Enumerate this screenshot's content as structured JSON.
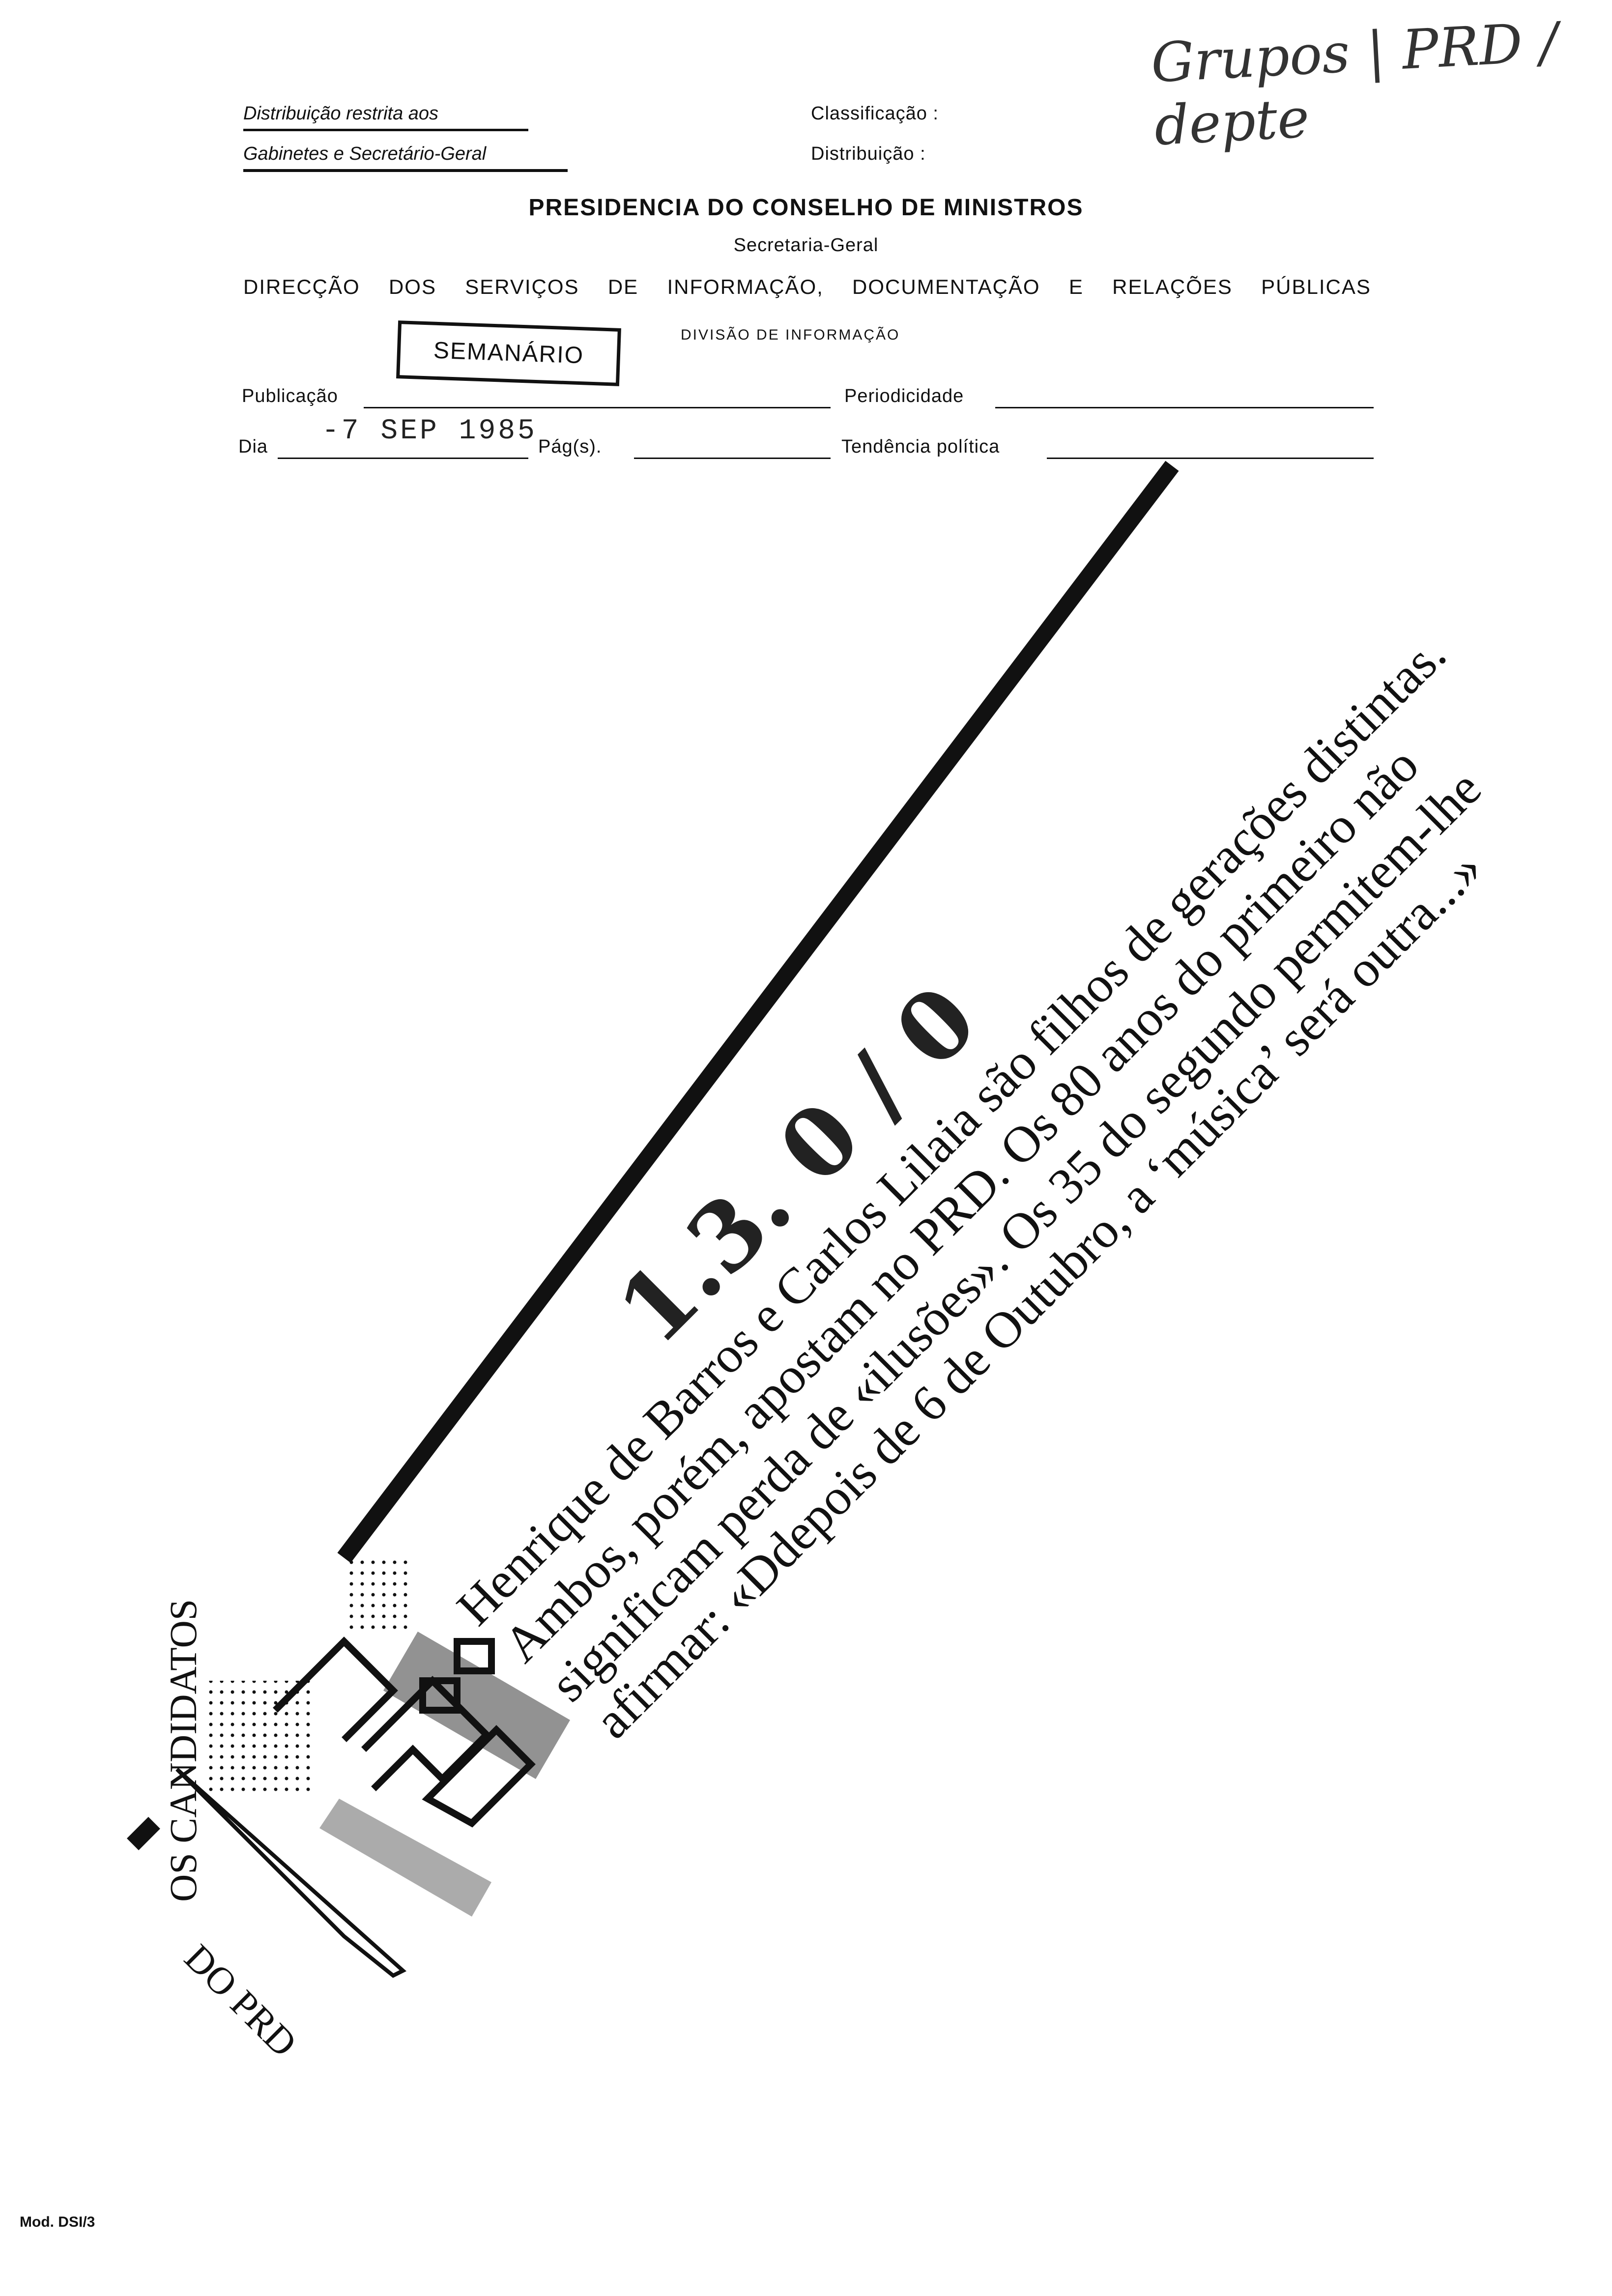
{
  "header": {
    "distribution_line1": "Distribuição restrita aos",
    "distribution_line2": "Gabinetes e Secretário-Geral",
    "classification_label": "Classificação :",
    "distribution_label": "Distribuição :",
    "title": "PRESIDENCIA DO CONSELHO DE MINISTROS",
    "subtitle": "Secretaria-Geral",
    "department_words": [
      "DIRECÇÃO",
      "DOS",
      "SERVIÇOS",
      "DE",
      "INFORMAÇÃO,",
      "DOCUMENTAÇÃO",
      "E",
      "RELAÇÕES",
      "PÚBLICAS"
    ],
    "division": "DIVISÃO DE INFORMAÇÃO"
  },
  "stamp": {
    "text": "SEMANÁRIO"
  },
  "form": {
    "publication_label": "Publicação",
    "periodicity_label": "Periodicidade",
    "day_label": "Dia",
    "day_value": "-7 SEP 1985",
    "pages_label": "Pág(s).",
    "political_label": "Tendência política"
  },
  "annotations": {
    "pencil_top": "Grupos | PRD / depte",
    "handwritten_number": "1.3. 0 / 0"
  },
  "article": {
    "deck_lines": [
      "Henrique de Barros e Carlos Lilaia são filhos de gerações distintas.",
      "Ambos, porém, apostam no PRD. Os 80 anos do primeiro não",
      "significam perda de «ilusões». Os 35 do segundo permitem-lhe",
      "afirmar: «Ddepois de 6 de Outubro, a ‘música’ será outra...»"
    ],
    "kicker_line1": "OS CANDIDATOS",
    "kicker_line2": "DO PRD"
  },
  "footer": {
    "form_code": "Mod. DSI/3"
  }
}
